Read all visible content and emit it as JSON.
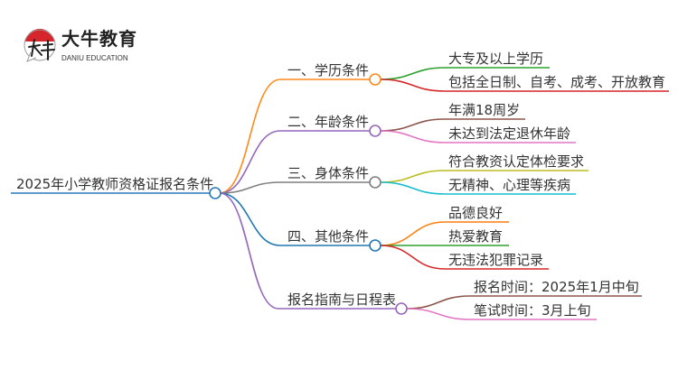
{
  "logo": {
    "mark": "大牛",
    "name": "大牛教育",
    "subtitle": "DANIU EDUCATION"
  },
  "root": {
    "label": "2025年小学教师资格证报名条件",
    "color": "#2a78b8"
  },
  "branches": [
    {
      "label": "一、学历条件",
      "color": "#ff8a1c",
      "leaves": [
        {
          "label": "大专及以上学历",
          "color": "#2ca02c"
        },
        {
          "label": "包括全日制、自考、成考、开放教育",
          "color": "#d62728"
        }
      ]
    },
    {
      "label": "二、年龄条件",
      "color": "#9467bd",
      "leaves": [
        {
          "label": "年满18周岁",
          "color": "#8c564b"
        },
        {
          "label": "未达到法定退休年龄",
          "color": "#e377c2"
        }
      ]
    },
    {
      "label": "三、身体条件",
      "color": "#7f7f7f",
      "leaves": [
        {
          "label": "符合教资认定体检要求",
          "color": "#bcbd22"
        },
        {
          "label": "无精神、心理等疾病",
          "color": "#17becf"
        }
      ]
    },
    {
      "label": "四、其他条件",
      "color": "#1f77b4",
      "leaves": [
        {
          "label": "品德良好",
          "color": "#ff7f0e"
        },
        {
          "label": "热爱教育",
          "color": "#2ca02c"
        },
        {
          "label": "无违法犯罪记录",
          "color": "#d62728"
        }
      ]
    },
    {
      "label": "报名指南与日程表",
      "color": "#9467bd",
      "leaves": [
        {
          "label": "报名时间：2025年1月中旬",
          "color": "#8c564b"
        },
        {
          "label": "笔试时间：3月上旬",
          "color": "#e377c2"
        }
      ]
    }
  ]
}
